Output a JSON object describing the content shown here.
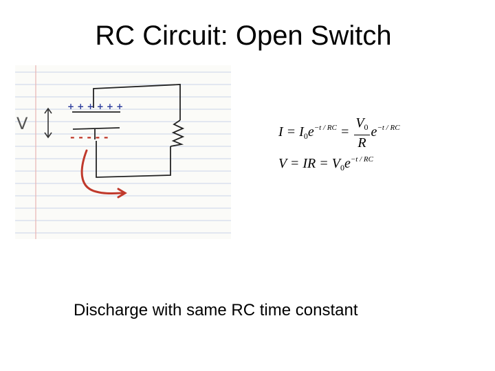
{
  "slide": {
    "title": "RC Circuit: Open Switch",
    "caption": "Discharge with same RC time constant"
  },
  "sketch": {
    "voltage_label": "V",
    "top_plate_charges": "+ + + + + +",
    "bottom_plate_charges": "- - - - -",
    "colors": {
      "paper": "#fbfbf8",
      "ruled_lines": "#c9d3e8",
      "margin_line": "#e8b3b3",
      "wire": "#222222",
      "positive": "#2f3f9e",
      "negative": "#c0392b",
      "current_arrow": "#c0392b"
    },
    "icons": [
      "up-down-arrow-icon",
      "resistor-zigzag-icon",
      "curved-arrow-icon"
    ]
  },
  "equations": {
    "eq1": {
      "lhs": "I",
      "eq": "=",
      "coef": "I",
      "coef_sub": "0",
      "exp_base": "e",
      "exponent": "−t / RC",
      "eq2": "=",
      "frac_num": "V",
      "frac_num_sub": "0",
      "frac_den": "R",
      "exp_base2": "e",
      "exponent2": "−t / RC"
    },
    "eq2": {
      "lhs": "V",
      "eq": "=",
      "mid": "IR",
      "eq2": "=",
      "coef": "V",
      "coef_sub": "0",
      "exp_base": "e",
      "exponent": "−t / RC"
    }
  }
}
